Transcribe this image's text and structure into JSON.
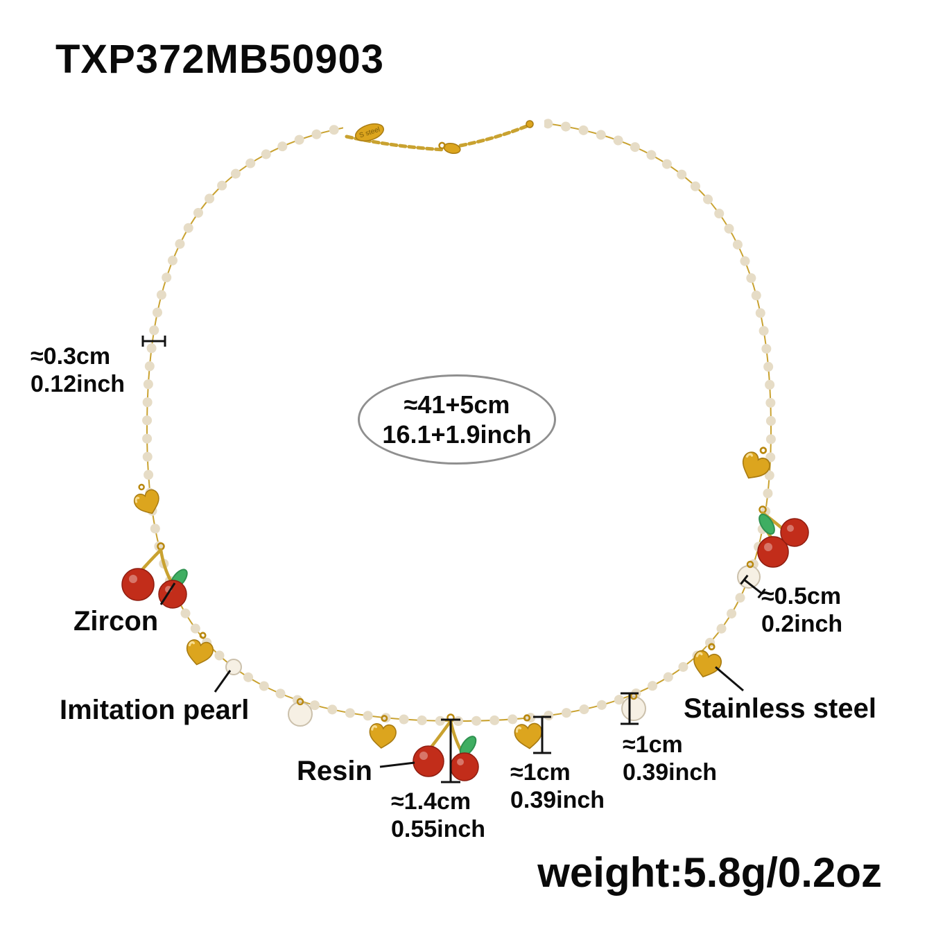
{
  "product": {
    "sku": "TXP372MB50903",
    "weight_label": "weight:5.8g/0.2oz",
    "clasp_tag_text": "S steel"
  },
  "size_oval": {
    "cm": "≈41+5cm",
    "inch": "16.1+1.9inch"
  },
  "measurements": {
    "chain_pearl": {
      "cm": "≈0.3cm",
      "inch": "0.12inch"
    },
    "side_pearl": {
      "cm": "≈0.5cm",
      "inch": "0.2inch"
    },
    "cherry_charm": {
      "cm": "≈1.4cm",
      "inch": "0.55inch"
    },
    "heart_charm": {
      "cm": "≈1cm",
      "inch": "0.39inch"
    },
    "drop_pearl": {
      "cm": "≈1cm",
      "inch": "0.39inch"
    }
  },
  "material_labels": {
    "zircon": "Zircon",
    "imitation_pearl": "Imitation pearl",
    "resin": "Resin",
    "stainless_steel": "Stainless steel"
  },
  "colors": {
    "gold": "#dca51e",
    "gold_dark": "#a87b12",
    "chain_gold": "#c9a230",
    "pearl_chain": "#e6dcc6",
    "pearl_drop": "#f6f0e4",
    "resin_red": "#c22d1a",
    "zircon_green": "#3fae62",
    "text": "#0a0a0a",
    "oval_outline": "#8f8f8f"
  }
}
